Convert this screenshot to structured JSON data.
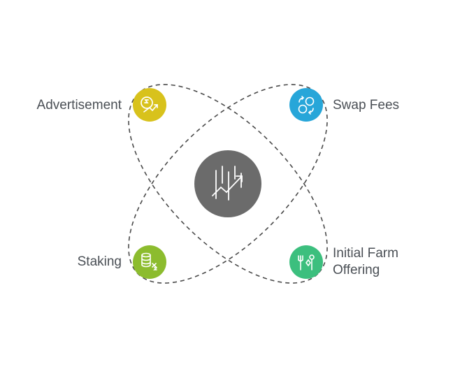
{
  "nodes": [
    {
      "key": "advertisement",
      "label": "Advertisement",
      "color": "#d8c21c",
      "icon": "money-growth-icon"
    },
    {
      "key": "swap_fees",
      "label": "Swap Fees",
      "color": "#27a6d9",
      "icon": "currency-exchange-icon"
    },
    {
      "key": "staking",
      "label": "Staking",
      "color": "#8cbc2e",
      "icon": "coin-stack-icon"
    },
    {
      "key": "initial_farm_offering",
      "label_line1": "Initial Farm",
      "label_line2": "Offering",
      "color": "#3cbf7e",
      "icon": "farm-tools-icon"
    }
  ],
  "center": {
    "color": "#6b6b6b",
    "icon": "chart-growth-icon"
  },
  "connector_color": "#4a4a4a"
}
